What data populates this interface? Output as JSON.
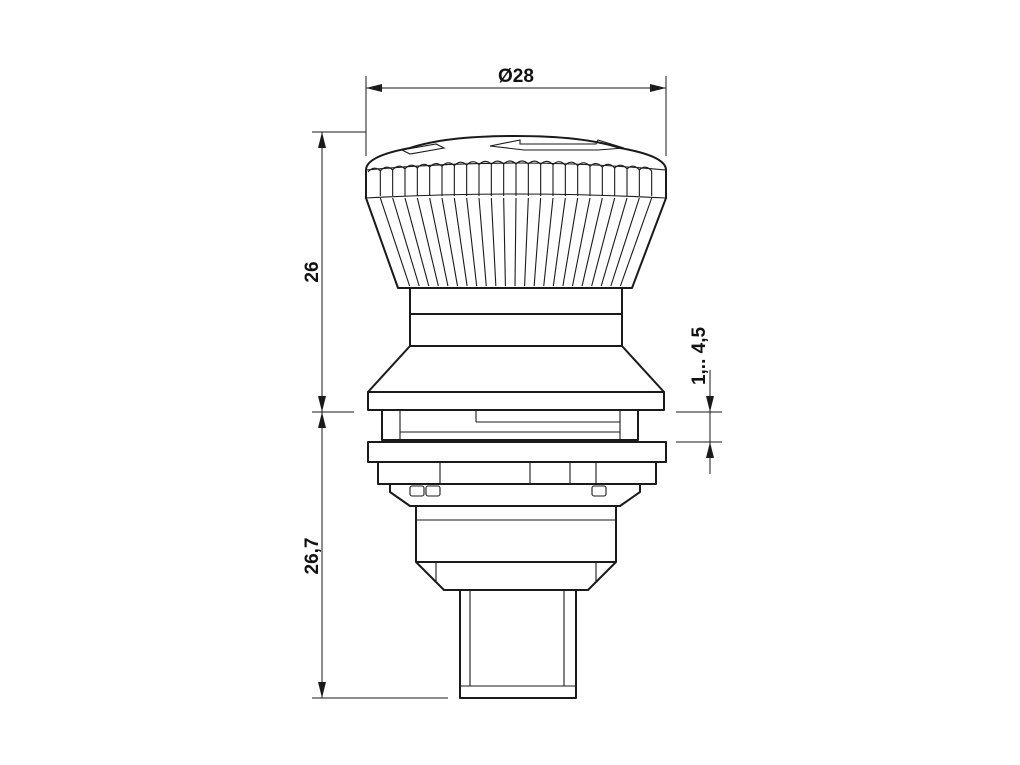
{
  "dimensions": {
    "diameter": "Ø28",
    "top_height": "26",
    "bottom_height": "26,7",
    "panel_thickness": "1,.. 4,5"
  }
}
